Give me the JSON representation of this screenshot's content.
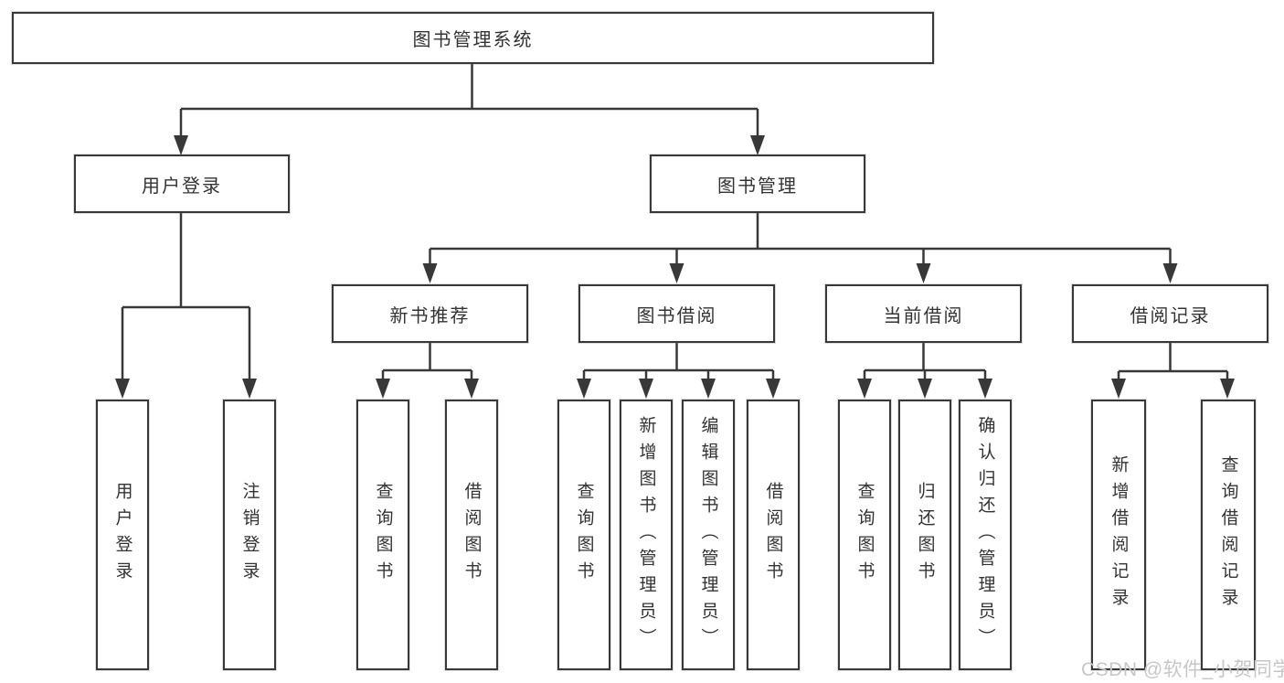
{
  "diagram": {
    "root": "图书管理系统",
    "login": {
      "label": "用户登录",
      "children": [
        "用户登录",
        "注销登录"
      ]
    },
    "manage": {
      "label": "图书管理",
      "children": [
        {
          "label": "新书推荐",
          "children": [
            "查询图书",
            "借阅图书"
          ]
        },
        {
          "label": "图书借阅",
          "children": [
            "查询图书",
            "新增图书（管理员）",
            "编辑图书（管理员）",
            "借阅图书"
          ]
        },
        {
          "label": "当前借阅",
          "children": [
            "查询图书",
            "归还图书",
            "确认归还（管理员）"
          ]
        },
        {
          "label": "借阅记录",
          "children": [
            "新增借阅记录",
            "查询借阅记录"
          ]
        }
      ]
    }
  },
  "watermark": "CSDN @软件_小贺同学",
  "colors": {
    "line": "#383838",
    "node_text": "#333333",
    "node_background": "#ffffff",
    "watermark_text": "#c7c7c7"
  }
}
